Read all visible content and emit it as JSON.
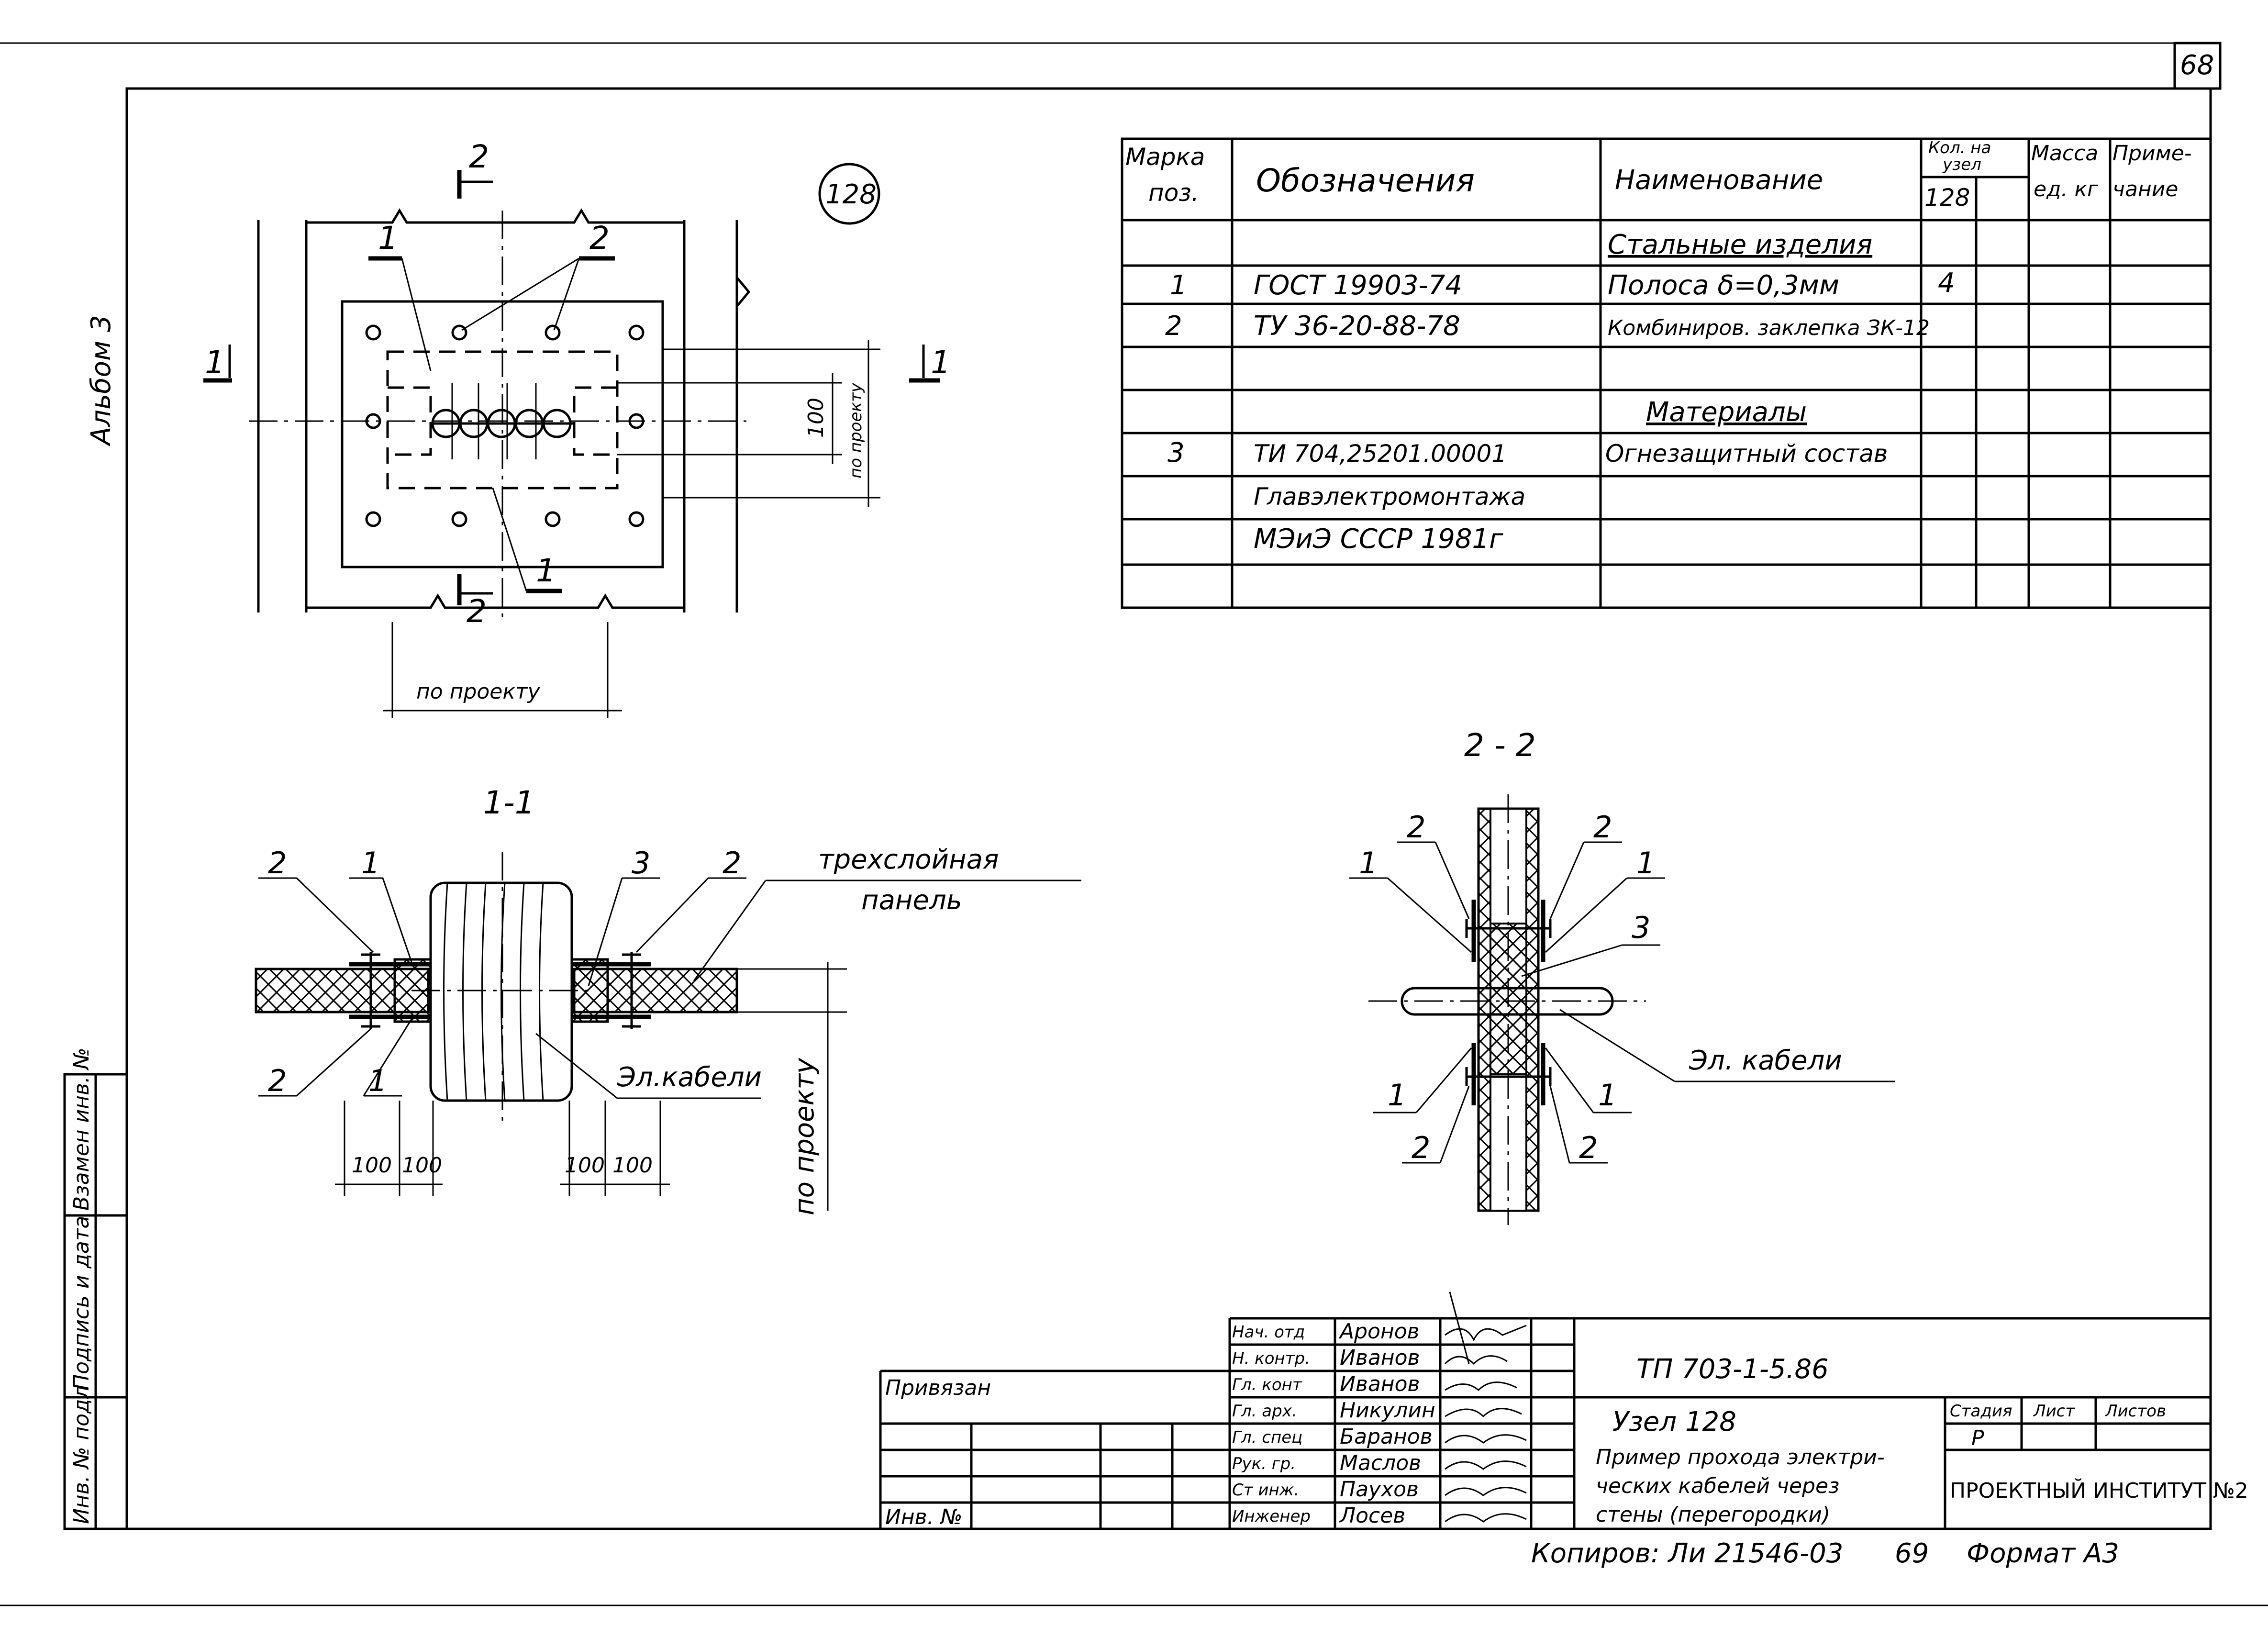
{
  "sheet": {
    "page_number": "68",
    "album": "Альбом 3",
    "node_badge": "128",
    "copy_stamp": "Копиров: Ли  21546-03",
    "copy_page": "69",
    "format": "Формат А3"
  },
  "spec_table": {
    "headers": {
      "mark": "Марка",
      "pos": "поз.",
      "designation": "Обозначения",
      "name": "Наименование",
      "qty_top": "Кол. на",
      "qty_mid": "узел",
      "qty_sub": "128",
      "mass_top": "Масса",
      "mass_sub": "ед. кг",
      "note_top": "Приме-",
      "note_sub": "чание"
    },
    "rows": [
      {
        "mark": "",
        "designation": "",
        "name": "Стальные изделия",
        "qty": ""
      },
      {
        "mark": "1",
        "designation": "ГОСТ 19903-74",
        "name": "Полоса  δ=0,3мм",
        "qty": "4"
      },
      {
        "mark": "2",
        "designation": "ТУ 36-20-88-78",
        "name": "Комбиниров. заклепка  ЗК-12",
        "qty": ""
      },
      {
        "mark": "",
        "designation": "",
        "name": "",
        "qty": ""
      },
      {
        "mark": "",
        "designation": "",
        "name": "Материалы",
        "qty": ""
      },
      {
        "mark": "3",
        "designation": "ТИ 704,25201.00001",
        "name": "Огнезащитный состав",
        "qty": ""
      },
      {
        "mark": "",
        "designation": "Главэлектромонтажа",
        "name": "",
        "qty": ""
      },
      {
        "mark": "",
        "designation": "МЭиЭ  СССР  1981г",
        "name": "",
        "qty": ""
      },
      {
        "mark": "",
        "designation": "",
        "name": "",
        "qty": ""
      }
    ]
  },
  "plan_view": {
    "section_2": "2",
    "section_1": "1",
    "callout_1": "1",
    "callout_2": "2",
    "dim_100": "100",
    "dim_by_project_v": "по проекту",
    "dim_by_project_h": "по проекту"
  },
  "section_1_1": {
    "title": "1-1",
    "labels": [
      "2",
      "1",
      "3",
      "2",
      "2",
      "1"
    ],
    "panel_label_1": "трехслойная",
    "panel_label_2": "панель",
    "cables_label": "Эл.кабели",
    "dims": [
      "100",
      "100",
      "100",
      "100"
    ],
    "dim_by_project": "по проекту"
  },
  "section_2_2": {
    "title": "2 - 2",
    "labels": [
      "2",
      "2",
      "1",
      "1",
      "3",
      "1",
      "1",
      "2",
      "2"
    ],
    "cables_label": "Эл. кабели"
  },
  "title_block": {
    "bound": "Привязан",
    "inv_no": "Инв. №",
    "roles": [
      {
        "role": "Нач. отд",
        "name": "Аронов"
      },
      {
        "role": "Н. контр.",
        "name": "Иванов"
      },
      {
        "role": "Гл. конт",
        "name": "Иванов"
      },
      {
        "role": "Гл. арх.",
        "name": "Никулин"
      },
      {
        "role": "Гл. спец",
        "name": "Баранов"
      },
      {
        "role": "Рук. гр.",
        "name": "Маслов"
      },
      {
        "role": "Ст инж.",
        "name": "Паухов"
      },
      {
        "role": "Инженер",
        "name": "Лосев"
      }
    ],
    "project_code": "ТП 703-1-5.86",
    "node_title": "Узел 128",
    "desc": [
      "Пример прохода электри-",
      "ческих кабелей через",
      "стены (перегородки)"
    ],
    "stage_hdr": "Стадия",
    "sheet_hdr": "Лист",
    "sheets_hdr": "Листов",
    "stage": "Р",
    "org": "ПРОЕКТНЫЙ ИНСТИТУТ №2"
  },
  "side_stamp": {
    "inv_orig": "Инв. № подл",
    "sign_date": "Подпись и дата",
    "inv_repl": "Взамен инв. №"
  }
}
